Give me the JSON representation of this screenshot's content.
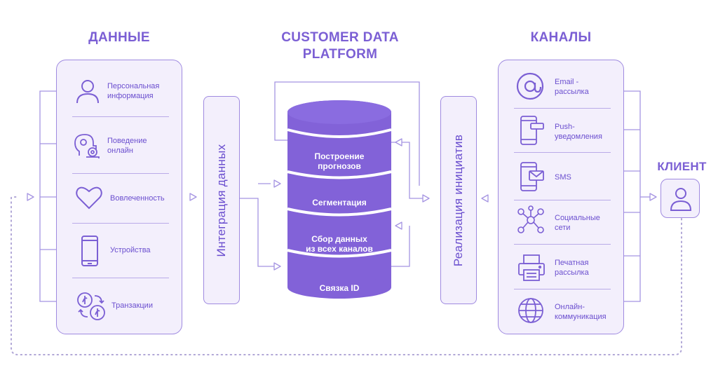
{
  "headings": {
    "data": "ДАННЫЕ",
    "cdp_line1": "CUSTOMER DATA",
    "cdp_line2": "PLATFORM",
    "channels": "КАНАЛЫ",
    "client": "КЛИЕНТ"
  },
  "data_sources": [
    {
      "label": "Персональная\nинформация",
      "icon": "person-icon"
    },
    {
      "label": "Поведение\nонлайн",
      "icon": "head-gears-icon"
    },
    {
      "label": "Вовлеченность",
      "icon": "heart-icon"
    },
    {
      "label": "Устройства",
      "icon": "smartphone-icon"
    },
    {
      "label": "Транзакции",
      "icon": "money-exchange-icon"
    }
  ],
  "integration_label": "Интеграция данных",
  "cdp_layers": [
    {
      "label": "Построение\nпрогнозов"
    },
    {
      "label": "Сегментация"
    },
    {
      "label": "Сбор данных\nиз всех каналов"
    },
    {
      "label": "Связка ID"
    }
  ],
  "activation_label": "Реализация инициатив",
  "channels": [
    {
      "label": "Email -\nрассылка",
      "icon": "email-at-icon"
    },
    {
      "label": "Push-\nуведомления",
      "icon": "push-phone-icon"
    },
    {
      "label": "SMS",
      "icon": "sms-phone-icon"
    },
    {
      "label": "Социальные\nсети",
      "icon": "social-network-icon"
    },
    {
      "label": "Печатная\nрассылка",
      "icon": "printer-icon"
    },
    {
      "label": "Онлайн-\nкоммуникация",
      "icon": "globe-icon"
    }
  ],
  "colors": {
    "accent": "#7b5fd4",
    "cylinder": "#8262d8",
    "panel_fill": "#f3effc",
    "panel_border": "#9f8ae0",
    "connector": "#a594e2",
    "dotted": "#b0a6d6"
  }
}
